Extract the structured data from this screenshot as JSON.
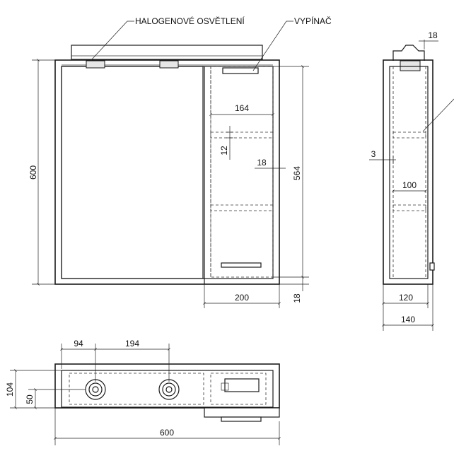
{
  "labels": {
    "halogen": "HALOGENOVÉ OSVĚTLENÍ",
    "switch": "VYPÍNAČ"
  },
  "dimensions": {
    "front_height": "600",
    "front_width": "600",
    "inner_height": "564",
    "shelf_width": "164",
    "shelf_thickness": "12",
    "side_thickness": "18",
    "cabinet_width": "200",
    "bottom_thickness": "18",
    "top_projection": "18",
    "side_gap": "3",
    "side_shelf_depth": "100",
    "side_inner_depth": "120",
    "side_depth": "140",
    "light_offset": "94",
    "light_spacing": "194",
    "top_depth": "104",
    "light_depth": "50"
  }
}
